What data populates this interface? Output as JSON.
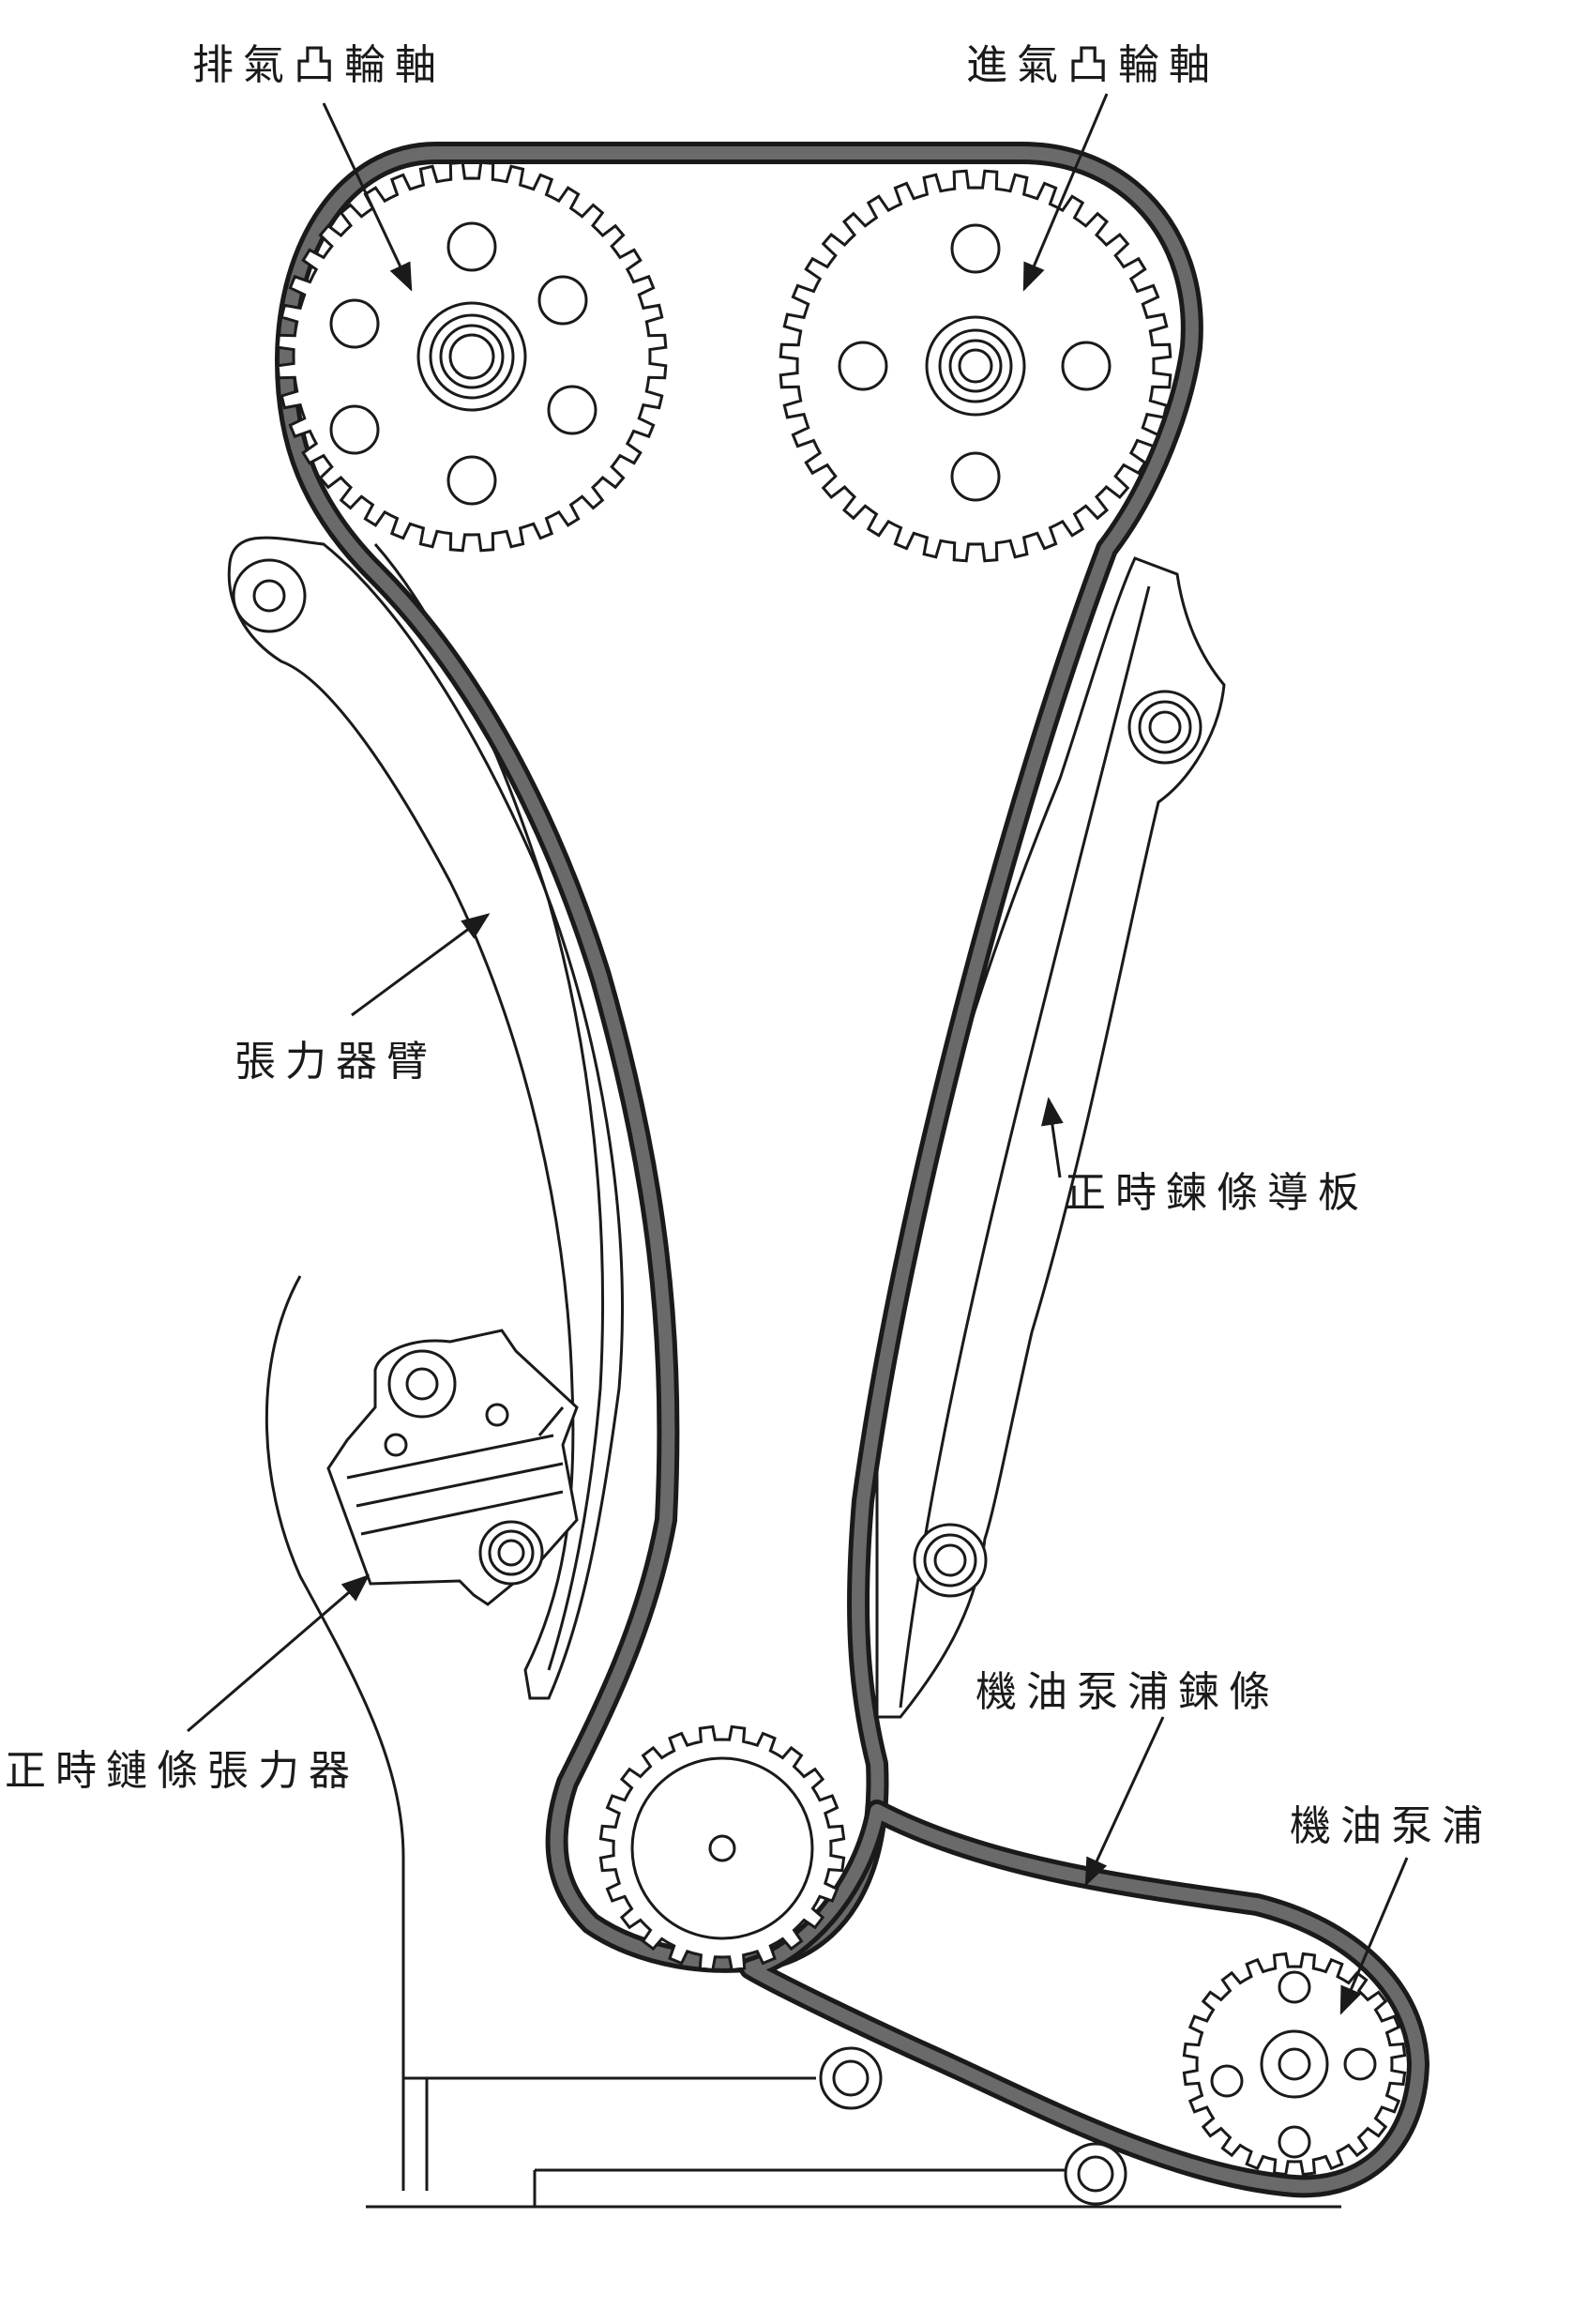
{
  "labels": {
    "exhaust_cam": "排氣凸輪軸",
    "intake_cam": "進氣凸輪軸",
    "tensioner_arm": "張力器臂",
    "chain_guide": "正時鍊條導板",
    "oil_pump_chain": "機油泵浦鍊條",
    "oil_pump": "機油泵浦",
    "chain_tensioner": "正時鏈條張力器"
  },
  "colors": {
    "line": "#1a1a1a",
    "chain_fill": "#6a6a6a",
    "background": "#ffffff"
  },
  "gears": {
    "exhaust_cam_teeth": 40,
    "intake_cam_teeth": 40,
    "crank_teeth": 24,
    "oil_pump_teeth": 24
  }
}
